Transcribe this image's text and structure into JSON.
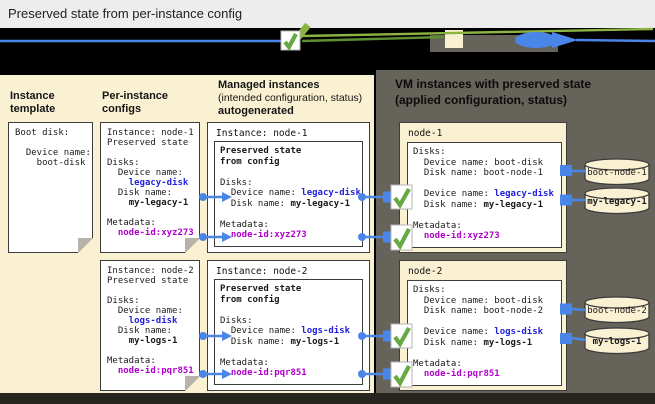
{
  "header": {
    "title": "Preserved state from per-instance config"
  },
  "colors": {
    "accent_blue": "#4A86E8",
    "check_green": "#67A843",
    "arrow_green": "#8DB440",
    "arrow_green_dark": "#5E8F33",
    "code_blue": "#2222DD",
    "code_magenta": "#B000CC",
    "panel_cream": "#FAF0D2",
    "panel_gray": "#66635B",
    "bottom_strip": "#26251F",
    "topbar_bg": "#EDEDED",
    "border_dark": "#3C3C3C",
    "fold_gray": "#B7B3AA"
  },
  "legend": {
    "icons": [
      {
        "name": "applied-check-icon"
      },
      {
        "name": "intended-config-swatch"
      },
      {
        "name": "status-arrow-icon"
      }
    ]
  },
  "left_panel": {
    "columns": [
      {
        "heading_lines": [
          "Instance",
          "template"
        ]
      },
      {
        "heading_lines": [
          "Per-instance",
          "configs"
        ]
      },
      {
        "heading_lines": [
          "Managed instances",
          "(intended configuration, status)",
          "autogenerated"
        ]
      }
    ],
    "template_note": {
      "lines": [
        [
          [
            "Boot disk:",
            "p"
          ]
        ],
        [],
        [
          [
            "  Device name:",
            "p"
          ]
        ],
        [
          [
            "    boot-disk",
            "p"
          ]
        ]
      ]
    },
    "config_notes": [
      {
        "lines": [
          [
            [
              "Instance: node-1",
              "p"
            ]
          ],
          [
            [
              "Preserved state",
              "p"
            ]
          ],
          [],
          [
            [
              "Disks:",
              "p"
            ]
          ],
          [
            [
              "  Device name:",
              "p"
            ]
          ],
          [
            [
              "    ",
              "p"
            ],
            [
              "legacy-disk",
              "blue"
            ]
          ],
          [
            [
              "  Disk name:",
              "p"
            ]
          ],
          [
            [
              "    ",
              "p"
            ],
            [
              "my-legacy-1",
              "b"
            ]
          ],
          [],
          [
            [
              "Metadata:",
              "p"
            ]
          ],
          [
            [
              "  ",
              "p"
            ],
            [
              "node-id:xyz273",
              "mag"
            ]
          ]
        ]
      },
      {
        "lines": [
          [
            [
              "Instance: node-2",
              "p"
            ]
          ],
          [
            [
              "Preserved state",
              "p"
            ]
          ],
          [],
          [
            [
              "Disks:",
              "p"
            ]
          ],
          [
            [
              "  Device name:",
              "p"
            ]
          ],
          [
            [
              "    ",
              "p"
            ],
            [
              "logs-disk",
              "blue"
            ]
          ],
          [
            [
              "  Disk name:",
              "p"
            ]
          ],
          [
            [
              "    ",
              "p"
            ],
            [
              "my-logs-1",
              "b"
            ]
          ],
          [],
          [
            [
              "Metadata:",
              "p"
            ]
          ],
          [
            [
              "  ",
              "p"
            ],
            [
              "node-id:pqr851",
              "mag"
            ]
          ]
        ]
      }
    ],
    "managed_boxes": [
      {
        "title": "Instance: node-1",
        "inner_lines": [
          [
            [
              "Preserved state",
              "b"
            ]
          ],
          [
            [
              "from config",
              "b"
            ]
          ],
          [],
          [
            [
              "Disks:",
              "p"
            ]
          ],
          [
            [
              "  Device name: ",
              "p"
            ],
            [
              "legacy-disk",
              "blue"
            ]
          ],
          [
            [
              "  Disk name: ",
              "p"
            ],
            [
              "my-legacy-1",
              "b"
            ]
          ],
          [],
          [
            [
              "Metadata:",
              "p"
            ]
          ],
          [
            [
              "  ",
              "p"
            ],
            [
              "node-id:xyz273",
              "mag"
            ]
          ]
        ]
      },
      {
        "title": "Instance: node-2",
        "inner_lines": [
          [
            [
              "Preserved state",
              "b"
            ]
          ],
          [
            [
              "from config",
              "b"
            ]
          ],
          [],
          [
            [
              "Disks:",
              "p"
            ]
          ],
          [
            [
              "  Device name: ",
              "p"
            ],
            [
              "logs-disk",
              "blue"
            ]
          ],
          [
            [
              "  Disk name: ",
              "p"
            ],
            [
              "my-logs-1",
              "b"
            ]
          ],
          [],
          [
            [
              "Metadata:",
              "p"
            ]
          ],
          [
            [
              "  ",
              "p"
            ],
            [
              "node-id:pqr851",
              "mag"
            ]
          ]
        ]
      }
    ]
  },
  "right_panel": {
    "heading_lines": [
      "VM instances with preserved state",
      "(applied configuration, status)"
    ],
    "vm_boxes": [
      {
        "title": "node-1",
        "inner_lines": [
          [
            [
              "Disks:",
              "p"
            ]
          ],
          [
            [
              "  Device name: boot-disk",
              "p"
            ]
          ],
          [
            [
              "  Disk name: boot-node-1",
              "p"
            ]
          ],
          [],
          [
            [
              "  Device name: ",
              "p"
            ],
            [
              "legacy-disk",
              "blue"
            ]
          ],
          [
            [
              "  Disk name: ",
              "p"
            ],
            [
              "my-legacy-1",
              "b"
            ]
          ],
          [],
          [
            [
              "Metadata:",
              "p"
            ]
          ],
          [
            [
              "  ",
              "p"
            ],
            [
              "node-id:xyz273",
              "mag"
            ]
          ]
        ]
      },
      {
        "title": "node-2",
        "inner_lines": [
          [
            [
              "Disks:",
              "p"
            ]
          ],
          [
            [
              "  Device name: boot-disk",
              "p"
            ]
          ],
          [
            [
              "  Disk name: boot-node-2",
              "p"
            ]
          ],
          [],
          [
            [
              "  Device name: ",
              "p"
            ],
            [
              "logs-disk",
              "blue"
            ]
          ],
          [
            [
              "  Disk name: ",
              "p"
            ],
            [
              "my-logs-1",
              "b"
            ]
          ],
          [],
          [
            [
              "Metadata:",
              "p"
            ]
          ],
          [
            [
              "  ",
              "p"
            ],
            [
              "node-id:pqr851",
              "mag"
            ]
          ]
        ]
      }
    ],
    "disks": [
      {
        "label": "boot-node-1",
        "bold": false
      },
      {
        "label": "my-legacy-1",
        "bold": true
      },
      {
        "label": "boot-node-2",
        "bold": false
      },
      {
        "label": "my-logs-1",
        "bold": true
      }
    ]
  }
}
